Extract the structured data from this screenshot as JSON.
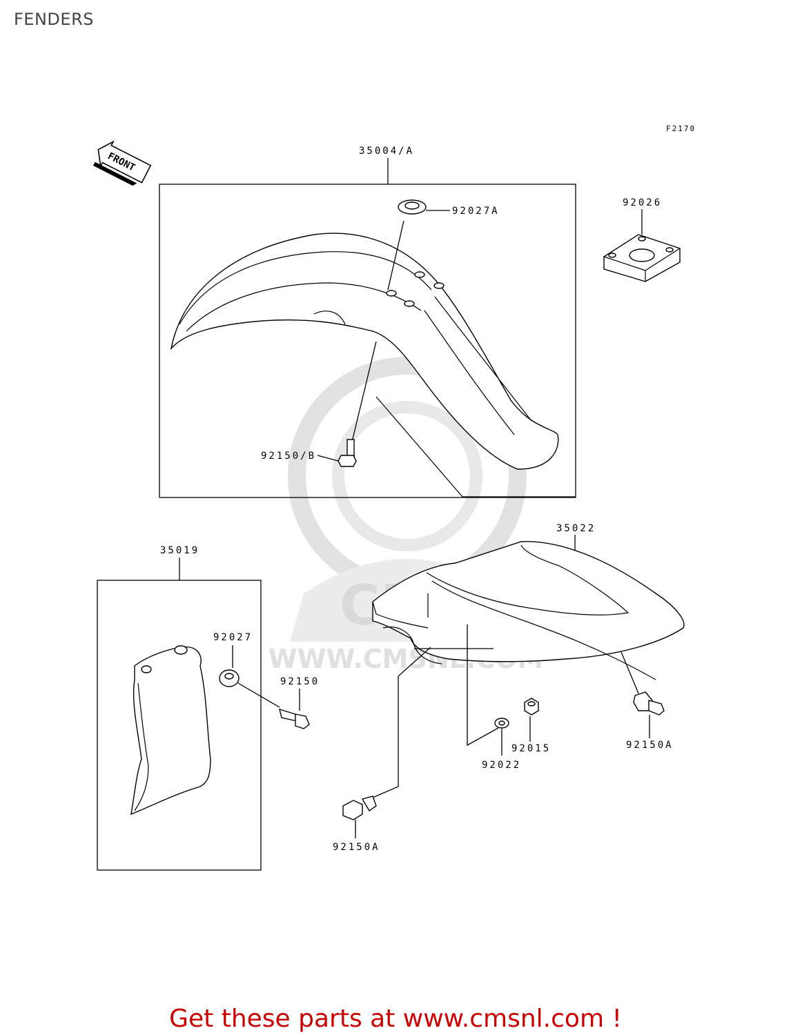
{
  "page": {
    "title": "FENDERS",
    "figure_code": "F2170"
  },
  "direction_marker": "FRONT",
  "parts": {
    "front_fender": "35004/A",
    "grommet_top": "92027A",
    "damper": "92026",
    "bolt_front": "92150/B",
    "rear_fender": "35022",
    "flap": "35019",
    "grommet_flap": "92027",
    "bolt_flap": "92150",
    "bolt_rear_right": "92150A",
    "nut": "92015",
    "washer": "92022",
    "bolt_rear_bottom": "92150A"
  },
  "watermark": {
    "text": "WWW.CMSNL.COM",
    "logo_text": "CMS"
  },
  "footer": {
    "cta": "Get these parts at www.cmsnl.com !"
  },
  "colors": {
    "cta": "#cc0000",
    "title": "#444444",
    "watermark": "#e2e2e2"
  }
}
